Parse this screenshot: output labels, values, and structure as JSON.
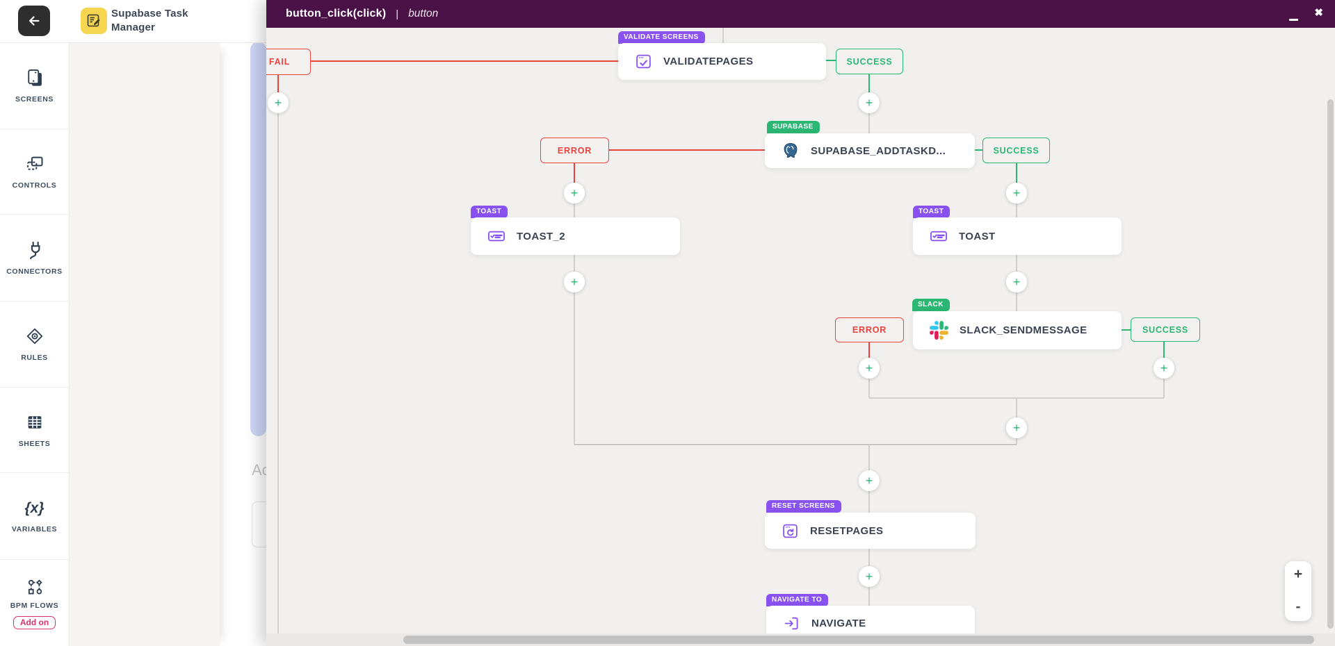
{
  "app": {
    "title": "Supabase Task Manager"
  },
  "sidebar": {
    "items": [
      {
        "label": "SCREENS"
      },
      {
        "label": "CONTROLS"
      },
      {
        "label": "CONNECTORS"
      },
      {
        "label": "RULES"
      },
      {
        "label": "SHEETS"
      },
      {
        "label": "VARIABLES"
      },
      {
        "label": "BPM FLOWS",
        "badge": "Add on"
      }
    ],
    "icons": {
      "variables": "{x}"
    }
  },
  "modal": {
    "title": "button_click(click)",
    "divider": "|",
    "subtitle": "button",
    "icons": {
      "close": "✖"
    }
  },
  "flow": {
    "add_label": "+",
    "ports": {
      "fail": "FAIL",
      "error": "ERROR",
      "success": "SUCCESS"
    },
    "nodes": {
      "validate": {
        "badge": "VALIDATE SCREENS",
        "label": "VALIDATEPAGES"
      },
      "supabase": {
        "badge": "SUPABASE",
        "label": "SUPABASE_ADDTASKD..."
      },
      "toast2": {
        "badge": "TOAST",
        "label": "TOAST_2"
      },
      "toast": {
        "badge": "TOAST",
        "label": "TOAST"
      },
      "slack": {
        "badge": "SLACK",
        "label": "SLACK_SENDMESSAGE"
      },
      "reset": {
        "badge": "RESET SCREENS",
        "label": "RESETPAGES"
      },
      "navigate": {
        "badge": "NAVIGATE TO",
        "label": "NAVIGATE"
      }
    },
    "colors": {
      "success": "#2bb673",
      "error": "#e8423c",
      "badge_purple": "#8952f0",
      "line": "#d2d0ce"
    }
  },
  "background": {
    "partial_text": "Ac"
  },
  "zoom_controls": {
    "zoom_in": "+",
    "zoom_out": "-"
  }
}
